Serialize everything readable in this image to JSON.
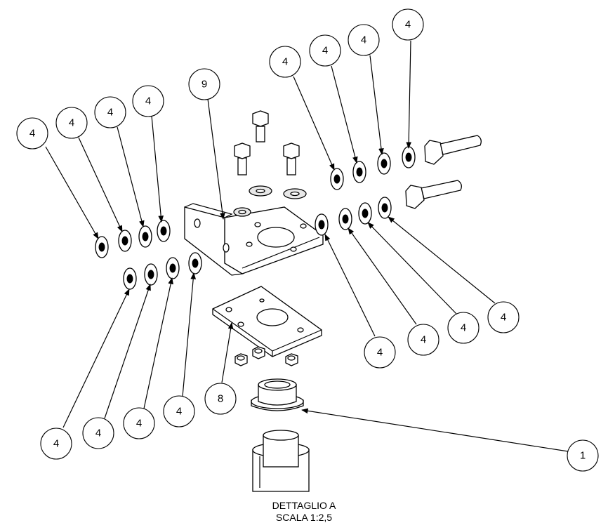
{
  "caption": {
    "line1": "DETTAGLIO A",
    "line2": "SCALA 1:2,5"
  },
  "balloons": {
    "washer": "4",
    "angle_bracket": "9",
    "flat_plate": "8",
    "bushing": "1"
  },
  "colors": {
    "ink": "#000000",
    "paper": "#ffffff"
  }
}
